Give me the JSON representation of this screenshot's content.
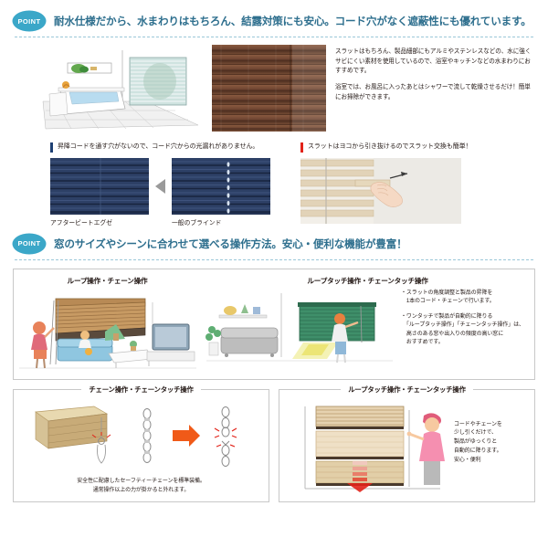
{
  "page": {
    "language": "ja",
    "accent_color": "#3ba7c8",
    "heading_color": "#2e6f8e",
    "red_bar_color": "#e2231a",
    "navy_bar_color": "#1d3f73"
  },
  "point1": {
    "badge": "POINT",
    "heading": "耐水仕様だから、水まわりはもちろん、結露対策にも安心。コード穴がなく遮蔽性にも優れています。",
    "images": {
      "bathroom_scene": "bathroom-blind-illustration",
      "wood_blind_photo": "wood-grain-blind-photo"
    },
    "body": [
      "スラットはもちろん、製品細部にもアルミやステンレスなどの、水に強くサビにくい素材を使用しているので、浴室やキッチンなどの水まわりにおすすめです。",
      "浴室では、お風呂に入ったあとはシャワーで流して乾燥させるだけ！簡単にお掃除ができます。"
    ],
    "caption_left": "昇降コードを通す穴がないので、コード穴からの光漏れがありません。",
    "caption_right": "スラットはヨコから引き抜けるのでスラット交換も簡単！",
    "compare_labels": [
      "アフタービートエグゼ",
      "一般のブラインド"
    ],
    "compare_images": [
      "navy-blind-no-holes-photo",
      "navy-blind-with-holes-photo"
    ],
    "slat_pull_image": "hand-pulling-slat-photo"
  },
  "point2": {
    "badge": "POINT",
    "heading": "窓のサイズやシーンに合わせて選べる操作方法。安心・便利な機能が豊富！",
    "panel": {
      "left_title": "ループ操作・チェーン操作",
      "right_title": "ループタッチ操作・チェーンタッチ操作",
      "left_image": "living-room-loop-operation-illustration",
      "right_image": "living-room-loop-touch-illustration",
      "bullets": [
        "・スラットの角度調整と製品の昇降を\n　1本のコード・チェーンで行います。",
        "・ワンタッチで製品が自動的に降りる\n　「ループタッチ操作」「チェーンタッチ操作」は、\n　高さのある窓や出入りの頻度の高い窓に\n　おすすめです。"
      ]
    },
    "cards": [
      {
        "title": "チェーン操作・チェーンタッチ操作",
        "image": "safety-chain-diagram",
        "note": "安全性に配慮したセーフティーチェーンを標準装備。\n通常操作以上の力が掛かると外れます。"
      },
      {
        "title": "ループタッチ操作・チェーンタッチ操作",
        "image": "auto-lowering-blind-illustration",
        "sidenote": "コードやチェーンを\n少し引くだけで、\n製品がゆっくりと\n自動的に降ります。\n安心・便利"
      }
    ]
  }
}
